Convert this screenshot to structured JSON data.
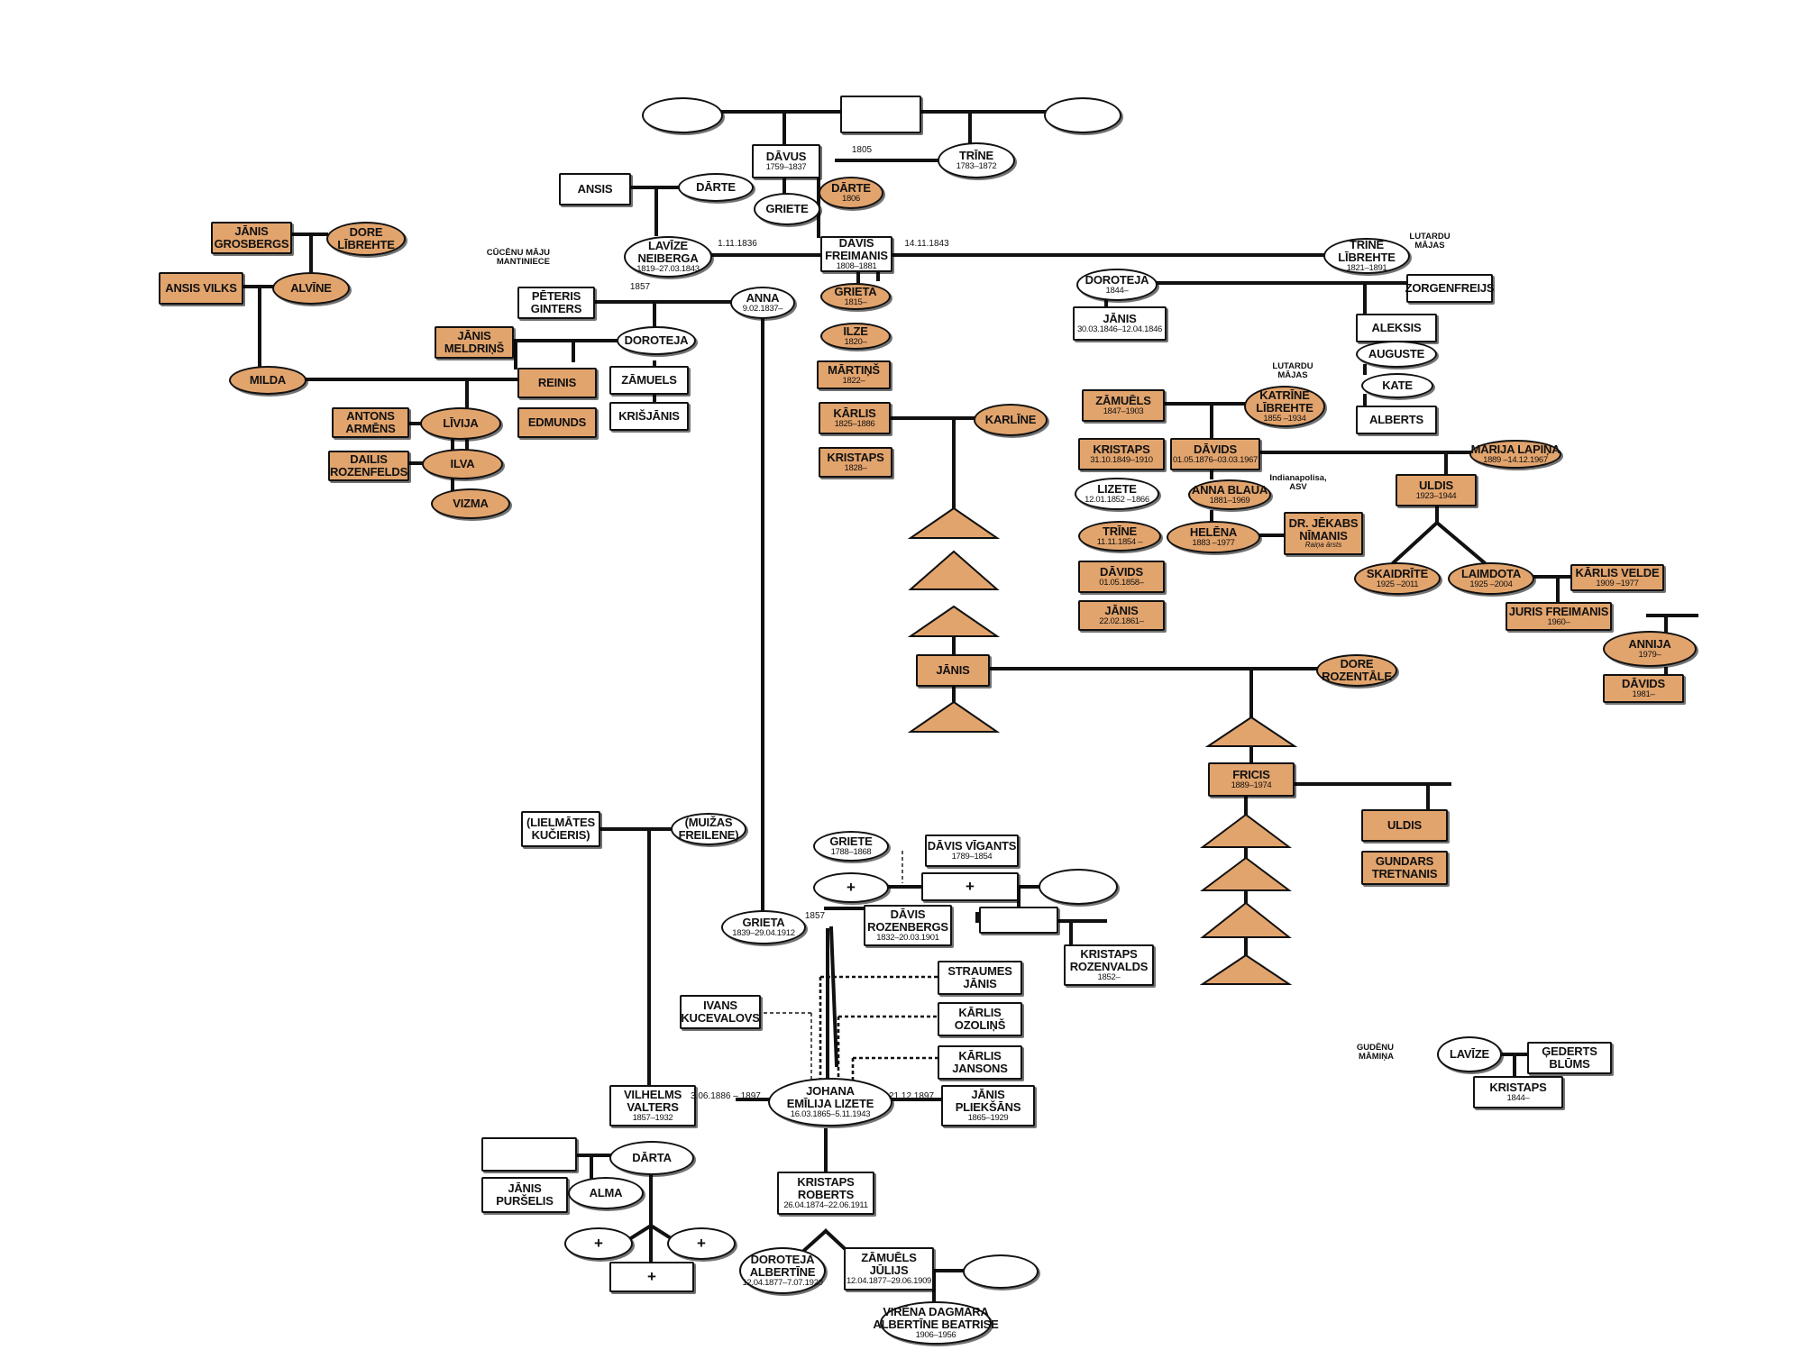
{
  "diagram": {
    "people": [
      {
        "id": "p_top_l",
        "sex": "f",
        "hl": false,
        "name": "",
        "dates": ""
      },
      {
        "id": "p_top_m",
        "sex": "m",
        "hl": false,
        "name": "",
        "dates": ""
      },
      {
        "id": "p_top_r",
        "sex": "f",
        "hl": false,
        "name": "",
        "dates": ""
      },
      {
        "id": "davus",
        "sex": "m",
        "hl": false,
        "name": "DĀVUS",
        "dates": "1759–1837"
      },
      {
        "id": "trine1",
        "sex": "f",
        "hl": false,
        "name": "TRĪNE",
        "dates": "1783–1872"
      },
      {
        "id": "darte1",
        "sex": "f",
        "hl": true,
        "name": "DĀRTE",
        "dates": "1806"
      },
      {
        "id": "griete1",
        "sex": "f",
        "hl": false,
        "name": "GRIETE",
        "dates": ""
      },
      {
        "id": "ansis1",
        "sex": "m",
        "hl": false,
        "name": "ANSIS",
        "dates": ""
      },
      {
        "id": "darte2",
        "sex": "f",
        "hl": false,
        "name": "DĀRTE",
        "dates": ""
      },
      {
        "id": "lavize1",
        "sex": "f",
        "hl": false,
        "name": "LAVĪZE\nNEIBERGA",
        "dates": "1819–27.03.1843"
      },
      {
        "id": "davis_f",
        "sex": "m",
        "hl": false,
        "name": "DĀVIS\nFREIMANIS",
        "dates": "1808–1881"
      },
      {
        "id": "trine_l",
        "sex": "f",
        "hl": false,
        "name": "TRĪNE\nLĪBREHTE",
        "dates": "1821–1891"
      },
      {
        "id": "janis_g",
        "sex": "m",
        "hl": true,
        "name": "JĀNIS\nGROSBERGS",
        "dates": ""
      },
      {
        "id": "dore_l",
        "sex": "f",
        "hl": true,
        "name": "DORE\nLĪBREHTE",
        "dates": ""
      },
      {
        "id": "ansis_v",
        "sex": "m",
        "hl": true,
        "name": "ANSIS VILKS",
        "dates": ""
      },
      {
        "id": "alvine",
        "sex": "f",
        "hl": true,
        "name": "ALVĪNE",
        "dates": ""
      },
      {
        "id": "peteris",
        "sex": "m",
        "hl": false,
        "name": "PĒTERIS\nGINTERS",
        "dates": ""
      },
      {
        "id": "anna1",
        "sex": "f",
        "hl": false,
        "name": "ANNA",
        "dates": "9.02.1837–"
      },
      {
        "id": "janis_m",
        "sex": "m",
        "hl": true,
        "name": "JĀNIS\nMELDRIŅŠ",
        "dates": ""
      },
      {
        "id": "doroteja1",
        "sex": "f",
        "hl": false,
        "name": "DOROTEJA",
        "dates": ""
      },
      {
        "id": "zamuels1",
        "sex": "m",
        "hl": false,
        "name": "ZĀMUELS",
        "dates": ""
      },
      {
        "id": "krisjanis",
        "sex": "m",
        "hl": false,
        "name": "KRIŠJĀNIS",
        "dates": ""
      },
      {
        "id": "milda",
        "sex": "f",
        "hl": true,
        "name": "MILDA",
        "dates": ""
      },
      {
        "id": "reinis",
        "sex": "m",
        "hl": true,
        "name": "REINIS",
        "dates": ""
      },
      {
        "id": "edmunds",
        "sex": "m",
        "hl": true,
        "name": "EDMUNDS",
        "dates": ""
      },
      {
        "id": "antons",
        "sex": "m",
        "hl": true,
        "name": "ANTONS\nARMĒNS",
        "dates": ""
      },
      {
        "id": "livija",
        "sex": "f",
        "hl": true,
        "name": "LĪVIJA",
        "dates": ""
      },
      {
        "id": "dailis",
        "sex": "m",
        "hl": true,
        "name": "DAILIS\nROZENFELDS",
        "dates": ""
      },
      {
        "id": "ilva",
        "sex": "f",
        "hl": true,
        "name": "ILVA",
        "dates": ""
      },
      {
        "id": "vizma",
        "sex": "f",
        "hl": true,
        "name": "VIZMA",
        "dates": ""
      },
      {
        "id": "grieta1",
        "sex": "f",
        "hl": true,
        "name": "GRIETA",
        "dates": "1815–"
      },
      {
        "id": "ilze",
        "sex": "f",
        "hl": true,
        "name": "ILZE",
        "dates": "1820–"
      },
      {
        "id": "martins",
        "sex": "m",
        "hl": true,
        "name": "MĀRTIŅŠ",
        "dates": "1822–"
      },
      {
        "id": "karlis1",
        "sex": "m",
        "hl": true,
        "name": "KĀRLIS",
        "dates": "1825–1886"
      },
      {
        "id": "kristaps1",
        "sex": "m",
        "hl": true,
        "name": "KRISTAPS",
        "dates": "1828–"
      },
      {
        "id": "karline",
        "sex": "f",
        "hl": true,
        "name": "KARLĪNE",
        "dates": ""
      },
      {
        "id": "janis_b",
        "sex": "m",
        "hl": true,
        "name": "JĀNIS",
        "dates": ""
      },
      {
        "id": "dore_r",
        "sex": "f",
        "hl": true,
        "name": "DORE\nROZENTĀLE",
        "dates": ""
      },
      {
        "id": "fricis",
        "sex": "m",
        "hl": true,
        "name": "FRICIS",
        "dates": "1889–1974"
      },
      {
        "id": "uldis2",
        "sex": "m",
        "hl": true,
        "name": "ULDIS",
        "dates": ""
      },
      {
        "id": "gundars",
        "sex": "m",
        "hl": true,
        "name": "GUNDARS\nTRETNANIS",
        "dates": ""
      },
      {
        "id": "doroteja2",
        "sex": "f",
        "hl": false,
        "name": "DOROTEJA",
        "dates": "1844–"
      },
      {
        "id": "zorgen",
        "sex": "m",
        "hl": false,
        "name": "ZORGENFREIJS",
        "dates": ""
      },
      {
        "id": "janis2",
        "sex": "m",
        "hl": false,
        "name": "JĀNIS",
        "dates": "30.03.1846–12.04.1846"
      },
      {
        "id": "aleksis",
        "sex": "m",
        "hl": false,
        "name": "ALEKSIS",
        "dates": ""
      },
      {
        "id": "auguste",
        "sex": "f",
        "hl": false,
        "name": "AUGUSTE",
        "dates": ""
      },
      {
        "id": "kate",
        "sex": "f",
        "hl": false,
        "name": "KATE",
        "dates": ""
      },
      {
        "id": "alberts",
        "sex": "m",
        "hl": false,
        "name": "ALBERTS",
        "dates": ""
      },
      {
        "id": "zamuels2",
        "sex": "m",
        "hl": true,
        "name": "ZĀMUĒLS",
        "dates": "1847–1903"
      },
      {
        "id": "katrine",
        "sex": "f",
        "hl": true,
        "name": "KATRĪNE\nLĪBREHTE",
        "dates": "1855 –1934"
      },
      {
        "id": "kristaps2",
        "sex": "m",
        "hl": true,
        "name": "KRISTAPS",
        "dates": "31.10.1849–1910"
      },
      {
        "id": "davids1",
        "sex": "m",
        "hl": true,
        "name": "DĀVIDS",
        "dates": "01.05.1876–03.03.1967"
      },
      {
        "id": "marija",
        "sex": "f",
        "hl": true,
        "name": "MARIJA LAPIŅA",
        "dates": "1889 –14.12.1967"
      },
      {
        "id": "lizete1",
        "sex": "f",
        "hl": false,
        "name": "LIZETE",
        "dates": "12.01.1852 –1866"
      },
      {
        "id": "anna_b",
        "sex": "f",
        "hl": true,
        "name": "ANNA BLAUA",
        "dates": "1881–1969"
      },
      {
        "id": "uldis1",
        "sex": "m",
        "hl": true,
        "name": "ULDIS",
        "dates": "1923–1944"
      },
      {
        "id": "trine3",
        "sex": "f",
        "hl": true,
        "name": "TRĪNE",
        "dates": "11.11.1854 –"
      },
      {
        "id": "helena",
        "sex": "f",
        "hl": true,
        "name": "HELĒNA",
        "dates": "1883 –1977"
      },
      {
        "id": "jekabs",
        "sex": "m",
        "hl": true,
        "name": "Dr. JĒKABS\nNĪMANIS",
        "dates": "",
        "note": "Raiņa ārsts"
      },
      {
        "id": "davids2",
        "sex": "m",
        "hl": true,
        "name": "DĀVIDS",
        "dates": "01.05.1858–"
      },
      {
        "id": "skaidrite",
        "sex": "f",
        "hl": true,
        "name": "SKAIDRĪTE",
        "dates": "1925 –2011"
      },
      {
        "id": "laimdota",
        "sex": "f",
        "hl": true,
        "name": "LAIMDOTA",
        "dates": "1925 –2004"
      },
      {
        "id": "karlis_v",
        "sex": "m",
        "hl": true,
        "name": "KĀRLIS VELDE",
        "dates": "1909 –1977"
      },
      {
        "id": "janis3",
        "sex": "m",
        "hl": true,
        "name": "JĀNIS",
        "dates": "22.02.1861–"
      },
      {
        "id": "juris",
        "sex": "m",
        "hl": true,
        "name": "JURIS FREIMANIS",
        "dates": "1960–"
      },
      {
        "id": "annija",
        "sex": "f",
        "hl": true,
        "name": "ANNIJA",
        "dates": "1979–"
      },
      {
        "id": "davids3",
        "sex": "m",
        "hl": true,
        "name": "DĀVIDS",
        "dates": "1981–"
      },
      {
        "id": "kucieris",
        "sex": "m",
        "hl": false,
        "name": "(LIELMĀTES\nKUČIERIS)",
        "dates": ""
      },
      {
        "id": "freilene",
        "sex": "f",
        "hl": false,
        "name": "(MUIŽAS\nFREILENE)",
        "dates": ""
      },
      {
        "id": "griete2",
        "sex": "f",
        "hl": false,
        "name": "GRIETE",
        "dates": "1788–1868"
      },
      {
        "id": "davis_v",
        "sex": "m",
        "hl": false,
        "name": "DĀVIS VĪGANTS",
        "dates": "1789–1854"
      },
      {
        "id": "plus_f1",
        "sex": "f",
        "hl": false,
        "name": "",
        "dates": "",
        "plus": true
      },
      {
        "id": "plus_m1",
        "sex": "m",
        "hl": false,
        "name": "",
        "dates": "",
        "plus": true
      },
      {
        "id": "empty_f1",
        "sex": "f",
        "hl": false,
        "name": "",
        "dates": ""
      },
      {
        "id": "grieta2",
        "sex": "f",
        "hl": false,
        "name": "GRIETA",
        "dates": "1839–29.04.1912"
      },
      {
        "id": "davis_r",
        "sex": "m",
        "hl": false,
        "name": "DĀVIS\nROZENBERGS",
        "dates": "1832–20.03.1901"
      },
      {
        "id": "empty_m1",
        "sex": "m",
        "hl": false,
        "name": "",
        "dates": ""
      },
      {
        "id": "kristaps_r",
        "sex": "m",
        "hl": false,
        "name": "KRISTAPS\nROZENVALDS",
        "dates": "1852–"
      },
      {
        "id": "straumes",
        "sex": "m",
        "hl": false,
        "name": "STRAUMES\nJĀNIS",
        "dates": ""
      },
      {
        "id": "ivans",
        "sex": "m",
        "hl": false,
        "name": "IVANS\nKUCEVALOVS",
        "dates": ""
      },
      {
        "id": "karlis_o",
        "sex": "m",
        "hl": false,
        "name": "KĀRLIS\nOZOLIŅŠ",
        "dates": ""
      },
      {
        "id": "karlis_j",
        "sex": "m",
        "hl": false,
        "name": "KĀRLIS\nJANSONS",
        "dates": ""
      },
      {
        "id": "vilhelms",
        "sex": "m",
        "hl": false,
        "name": "VILHELMS\nVALTERS",
        "dates": "1857–1932"
      },
      {
        "id": "johana",
        "sex": "f",
        "hl": false,
        "name": "JOHANA\nEMĪLIJA LIZETE",
        "dates": "16.03.1865–5.11.1943"
      },
      {
        "id": "janis_p",
        "sex": "m",
        "hl": false,
        "name": "JĀNIS\nPLIEKŠĀNS",
        "dates": "1865–1929"
      },
      {
        "id": "empty_m2",
        "sex": "m",
        "hl": false,
        "name": "",
        "dates": ""
      },
      {
        "id": "darta",
        "sex": "f",
        "hl": false,
        "name": "DĀRTA",
        "dates": ""
      },
      {
        "id": "janis_pu",
        "sex": "m",
        "hl": false,
        "name": "JĀNIS\nPURŠELIS",
        "dates": ""
      },
      {
        "id": "alma",
        "sex": "f",
        "hl": false,
        "name": "ALMA",
        "dates": ""
      },
      {
        "id": "plus_f2",
        "sex": "f",
        "hl": false,
        "name": "",
        "dates": "",
        "plus": true
      },
      {
        "id": "plus_f3",
        "sex": "f",
        "hl": false,
        "name": "",
        "dates": "",
        "plus": true
      },
      {
        "id": "plus_m2",
        "sex": "m",
        "hl": false,
        "name": "",
        "dates": "",
        "plus": true
      },
      {
        "id": "kristaps_ro",
        "sex": "m",
        "hl": false,
        "name": "KRISTAPS\nROBERTS",
        "dates": "26.04.1874–22.06.1911"
      },
      {
        "id": "doroteja3",
        "sex": "f",
        "hl": false,
        "name": "DOROTEJA\nALBERTĪNE",
        "dates": "12.04.1877–7.07.1920"
      },
      {
        "id": "zamuels3",
        "sex": "m",
        "hl": false,
        "name": "ZĀMUĒLS\nJŪLIJS",
        "dates": "12.04.1877–29.06.1909"
      },
      {
        "id": "empty_f2",
        "sex": "f",
        "hl": false,
        "name": "",
        "dates": ""
      },
      {
        "id": "virena",
        "sex": "f",
        "hl": false,
        "name": "VIRĒNA DAGMĀRA\nALBERTĪNE BEATRISE",
        "dates": "1906–1956"
      },
      {
        "id": "lavize2",
        "sex": "f",
        "hl": false,
        "name": "LAVĪZE",
        "dates": ""
      },
      {
        "id": "gederts",
        "sex": "m",
        "hl": false,
        "name": "ĢEDERTS\nBLŪMS",
        "dates": ""
      },
      {
        "id": "kristaps3",
        "sex": "m",
        "hl": false,
        "name": "KRISTAPS",
        "dates": "1844–"
      }
    ],
    "notes": [
      {
        "id": "n1805",
        "text": "1805"
      },
      {
        "id": "n1836",
        "text": "1.11.1836"
      },
      {
        "id": "n1843",
        "text": "14.11.1843"
      },
      {
        "id": "n1857a",
        "text": "1857"
      },
      {
        "id": "ncucenu",
        "text": "CŪCĒNU MĀJU\nMANTINIECE"
      },
      {
        "id": "nlut1",
        "text": "LUTARDU\nMĀJAS"
      },
      {
        "id": "nlut2",
        "text": "LUTARDU\nMĀJAS"
      },
      {
        "id": "nindiana",
        "text": "Indianapolisa,\nASV"
      },
      {
        "id": "n1857b",
        "text": "1857"
      },
      {
        "id": "n1886",
        "text": "3.06.1886 – 1897"
      },
      {
        "id": "n1897",
        "text": "21.12.1897"
      },
      {
        "id": "ngudenu",
        "text": "GUDĒNU\nMĀMIŅA"
      }
    ]
  }
}
